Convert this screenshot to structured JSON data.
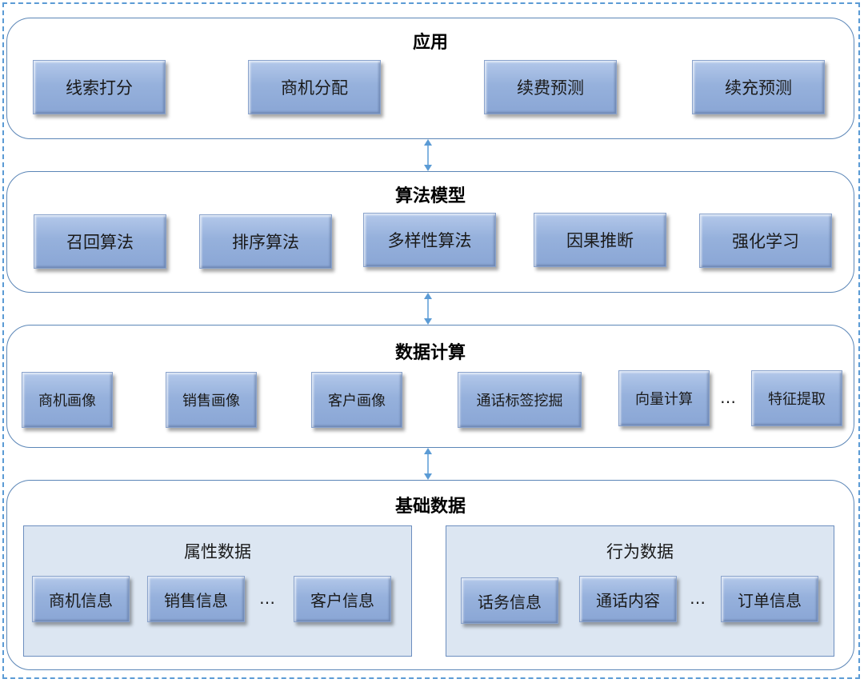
{
  "layers": [
    {
      "title": "应用",
      "items": [
        "线索打分",
        "商机分配",
        "续费预测",
        "续充预测"
      ]
    },
    {
      "title": "算法模型",
      "items": [
        "召回算法",
        "排序算法",
        "多样性算法",
        "因果推断",
        "强化学习"
      ]
    },
    {
      "title": "数据计算",
      "items": [
        "商机画像",
        "销售画像",
        "客户画像",
        "通话标签挖掘",
        "向量计算",
        "…",
        "特征提取"
      ]
    },
    {
      "title": "基础数据",
      "groups": [
        {
          "title": "属性数据",
          "items": [
            "商机信息",
            "销售信息",
            "…",
            "客户信息"
          ]
        },
        {
          "title": "行为数据",
          "items": [
            "话务信息",
            "通话内容",
            "…",
            "订单信息"
          ]
        }
      ]
    }
  ],
  "colors": {
    "box_fill": "#96b1dc",
    "layer_border": "#5b86b7",
    "panel_fill": "#dce6f2",
    "outer_dashed_border": "#5b9bd5",
    "arrow": "#5b9bd5"
  }
}
